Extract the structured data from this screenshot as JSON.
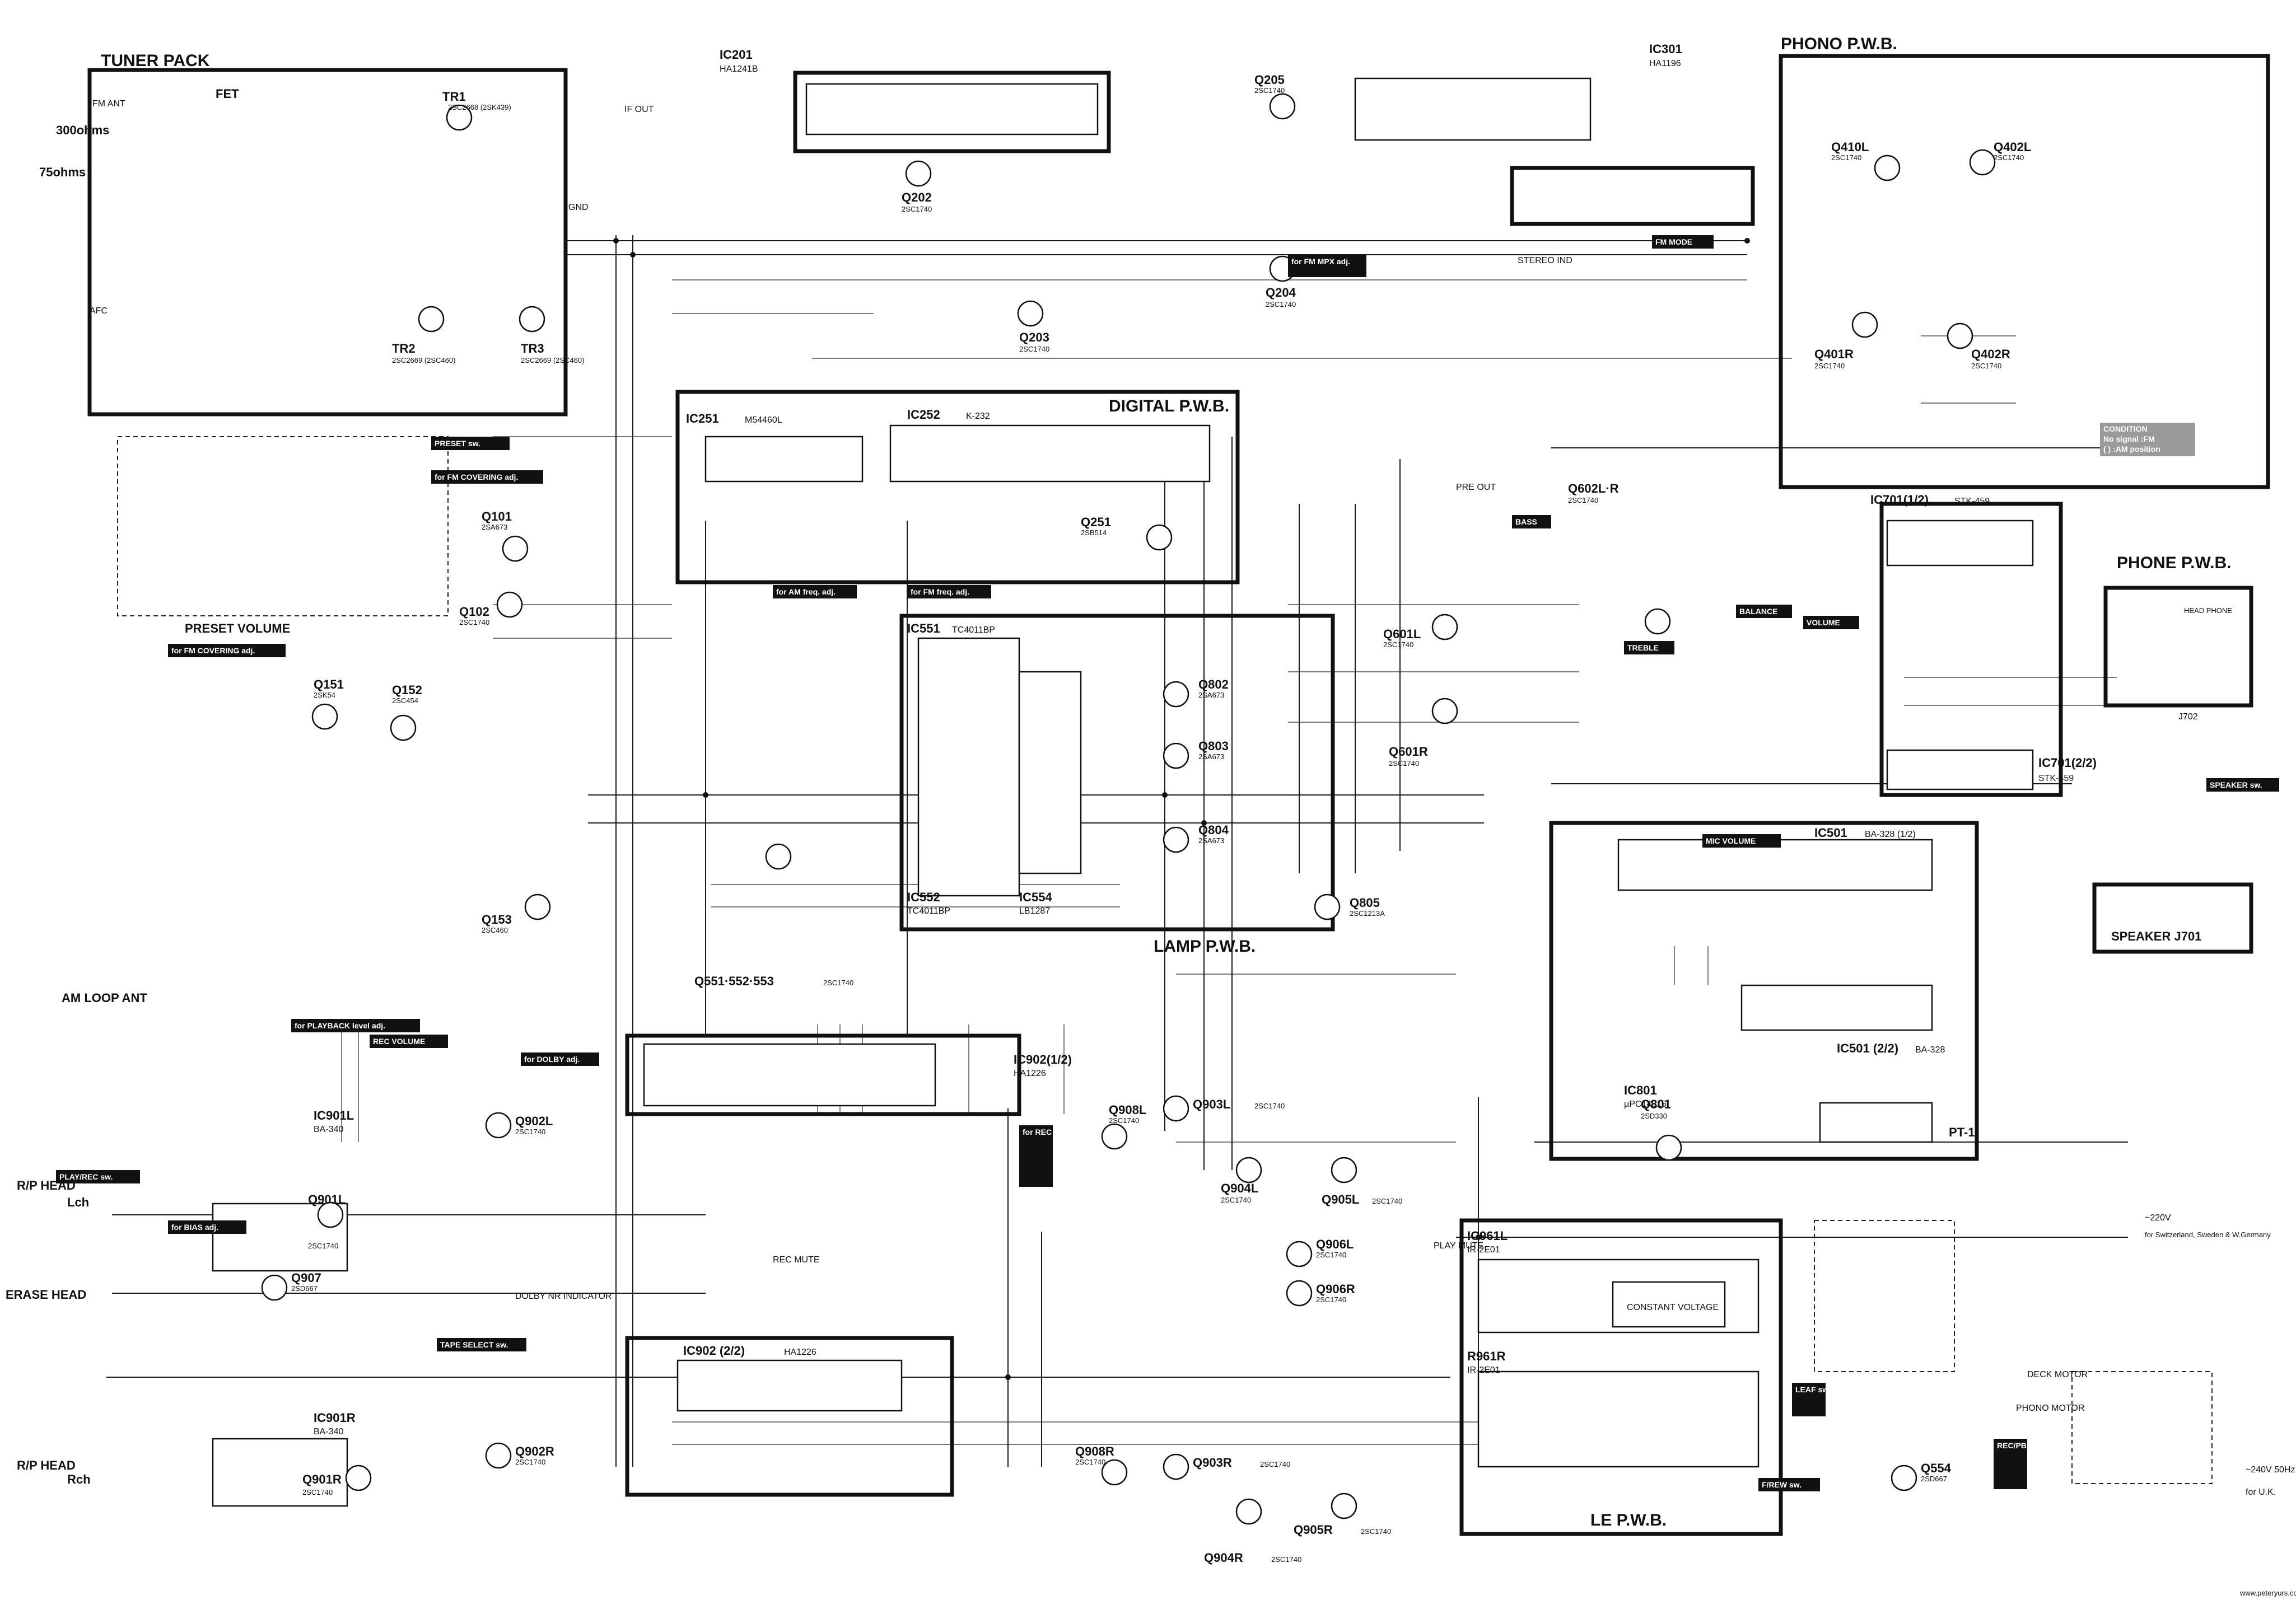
{
  "boards": [
    {
      "name": "TUNER PACK"
    },
    {
      "name": "PHONO P.W.B."
    },
    {
      "name": "DIGITAL P.W.B."
    },
    {
      "name": "PHONE P.W.B."
    },
    {
      "name": "LAMP P.W.B."
    },
    {
      "name": "LE P.W.B."
    }
  ],
  "inputs": {
    "fm_ant": "FM ANT",
    "ohm300": "300ohms",
    "ohm75": "75ohms",
    "am_loop": "AM LOOP ANT",
    "afc": "AFC",
    "rp_head_l": "R/P HEAD",
    "lch": "Lch",
    "rp_head_r": "R/P HEAD",
    "rch": "Rch",
    "erase_head": "ERASE HEAD"
  },
  "ics": [
    {
      "id": "IC201",
      "part": "HA1241B"
    },
    {
      "id": "IC301",
      "part": "HA1196"
    },
    {
      "id": "IC251",
      "part": "M54460L"
    },
    {
      "id": "IC252",
      "part": "K-232"
    },
    {
      "id": "IC701(1/2)",
      "part": "STK-459"
    },
    {
      "id": "IC701(2/2)",
      "part": "STK-459"
    },
    {
      "id": "IC551",
      "part": "TC4011BP"
    },
    {
      "id": "IC552",
      "part": "TC4011BP"
    },
    {
      "id": "IC554",
      "part": "LB1287"
    },
    {
      "id": "IC501",
      "part": "BA-328 (1/2)"
    },
    {
      "id": "IC501 (2/2)",
      "part": "BA-328"
    },
    {
      "id": "IC902(1/2)",
      "part": "HA1226"
    },
    {
      "id": "IC902 (2/2)",
      "part": "HA1226"
    },
    {
      "id": "IC901L",
      "part": "BA-340"
    },
    {
      "id": "IC901R",
      "part": "BA-340"
    },
    {
      "id": "IC801",
      "part": "μPC14315"
    },
    {
      "id": "IC961L",
      "part": "IR-2E01"
    },
    {
      "id": "R961R",
      "part": "IR-2E01"
    }
  ],
  "transistors": [
    {
      "id": "TR1",
      "part": "2SC2668 (2SK439)"
    },
    {
      "id": "TR2",
      "part": "2SC2669 (2SC460)"
    },
    {
      "id": "TR3",
      "part": "2SC2669 (2SC460)"
    },
    {
      "id": "Q205",
      "part": "2SC1740"
    },
    {
      "id": "Q204",
      "part": "2SC1740"
    },
    {
      "id": "Q203",
      "part": "2SC1740"
    },
    {
      "id": "Q202",
      "part": "2SC1740"
    },
    {
      "id": "Q410L",
      "part": "2SC1740"
    },
    {
      "id": "Q402L",
      "part": "2SC1740"
    },
    {
      "id": "Q401R",
      "part": "2SC1740"
    },
    {
      "id": "Q402R",
      "part": "2SC1740"
    },
    {
      "id": "Q101",
      "part": "2SA673"
    },
    {
      "id": "Q102",
      "part": "2SC1740"
    },
    {
      "id": "Q151",
      "part": "2SK54"
    },
    {
      "id": "Q152",
      "part": "2SC454"
    },
    {
      "id": "Q153",
      "part": "2SC460"
    },
    {
      "id": "Q251",
      "part": "2SB514"
    },
    {
      "id": "Q551·552·553",
      "part": "2SC1740"
    },
    {
      "id": "Q802",
      "part": "2SA673"
    },
    {
      "id": "Q803",
      "part": "2SA673"
    },
    {
      "id": "Q804",
      "part": "2SA673"
    },
    {
      "id": "Q805",
      "part": "2SC1213A"
    },
    {
      "id": "Q601L",
      "part": "2SC1740"
    },
    {
      "id": "Q601R",
      "part": "2SC1740"
    },
    {
      "id": "Q602L·R",
      "part": "2SC1740"
    },
    {
      "id": "Q801",
      "part": "2SD330"
    },
    {
      "id": "Q901L",
      "part": "2SC1740"
    },
    {
      "id": "Q901R",
      "part": "2SC1740"
    },
    {
      "id": "Q902L",
      "part": "2SC1740"
    },
    {
      "id": "Q902R",
      "part": "2SC1740"
    },
    {
      "id": "Q903L",
      "part": "2SC1740"
    },
    {
      "id": "Q903R",
      "part": "2SC1740"
    },
    {
      "id": "Q904L",
      "part": "2SC1740"
    },
    {
      "id": "Q904R",
      "part": "2SC1740"
    },
    {
      "id": "Q905L",
      "part": "2SC1740"
    },
    {
      "id": "Q905R",
      "part": "2SC1740"
    },
    {
      "id": "Q906L",
      "part": "2SC1740"
    },
    {
      "id": "Q906R",
      "part": "2SC1740"
    },
    {
      "id": "Q907",
      "part": "2SD667"
    },
    {
      "id": "Q908L",
      "part": "2SC1740"
    },
    {
      "id": "Q908R",
      "part": "2SC1740"
    },
    {
      "id": "Q554",
      "part": "2SD667"
    }
  ],
  "tags": [
    "PRESET sw.",
    "for FM COVERING adj.",
    "for FM COVERING adj.",
    "for AM freq. adj.",
    "for FM freq. adj.",
    "for FM MPX adj.",
    "FM MODE",
    "BASS",
    "TREBLE",
    "BALANCE",
    "VOLUME",
    "MIC VOLUME",
    "for PLAYBACK level adj.",
    "REC VOLUME",
    "for DOLBY adj.",
    "PLAY/REC sw.",
    "for BIAS adj.",
    "TAPE SELECT sw.",
    "for REC level adj.",
    "SPEAKER sw.",
    "F/REW sw.",
    "LEAF sw.",
    "REC/PB sw."
  ],
  "labels": {
    "preset_volume": "PRESET VOLUME",
    "fet": "FET",
    "gnd": "GND",
    "if_out": "IF OUT",
    "rec_mute": "REC MUTE",
    "play_mute": "PLAY MUTE",
    "dolby_nr": "DOLBY NR INDICATOR",
    "stereo_ind": "STEREO IND",
    "pre_out": "PRE OUT",
    "speaker_j701": "SPEAKER J701",
    "head_phone": "HEAD PHONE",
    "j702": "J702",
    "deck_motor": "DECK MOTOR",
    "phono_motor": "PHONO MOTOR",
    "pt1": "PT-1",
    "v220": "~220V",
    "v240": "~240V 50Hz",
    "for_sweden": "for Switzerland, Sweden & W.Germany",
    "for_uk": "for U.K.",
    "constant_voltage": "CONSTANT VOLTAGE"
  },
  "condition": {
    "title": "CONDITION",
    "line1": "No signal :FM",
    "line2": "( ) :AM position"
  },
  "watermark": "www.peteryurs.com"
}
